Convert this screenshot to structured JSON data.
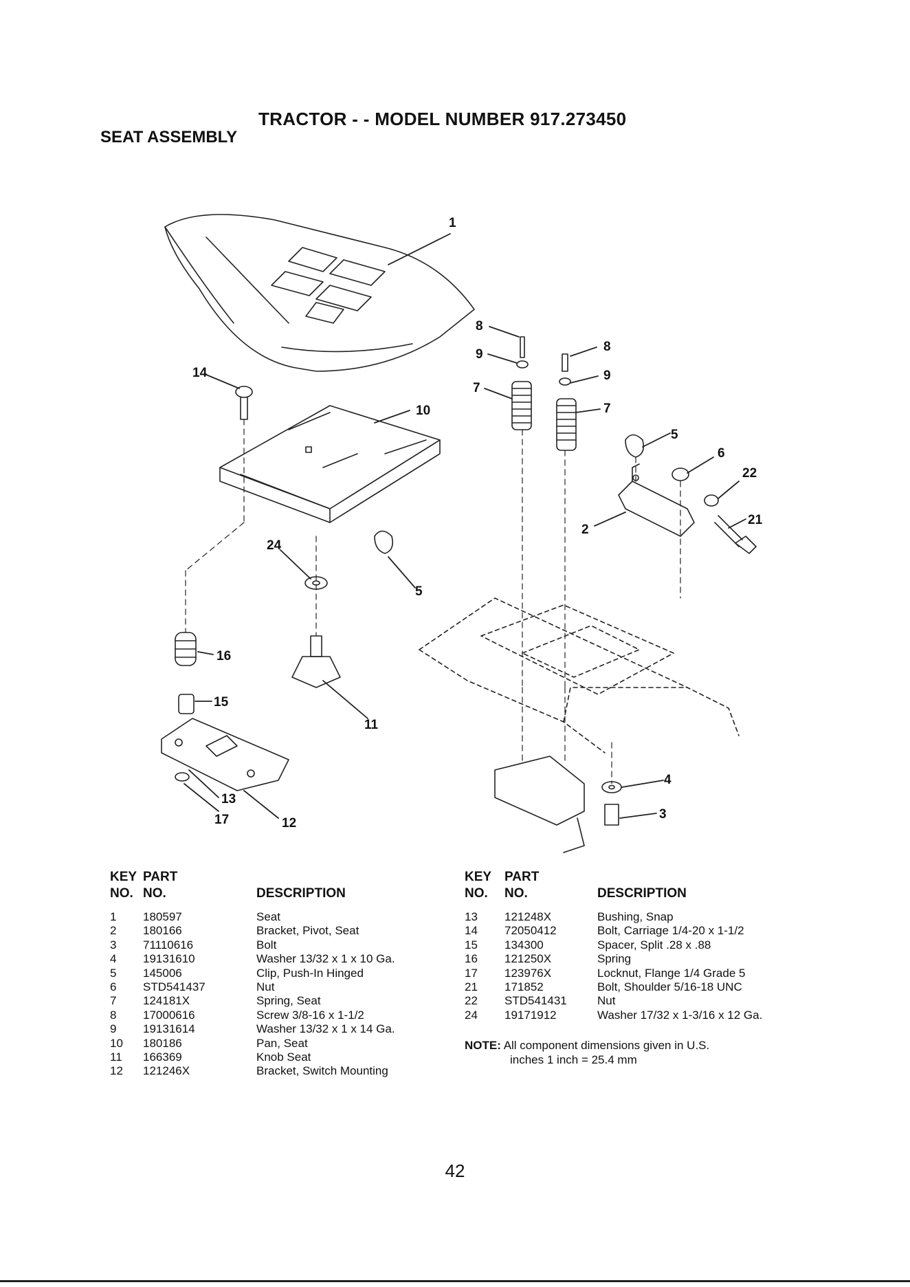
{
  "header": {
    "title": "TRACTOR - - MODEL NUMBER 917.273450",
    "subtitle": "SEAT ASSEMBLY"
  },
  "diagram": {
    "callouts": [
      "1",
      "14",
      "10",
      "8",
      "9",
      "7",
      "8",
      "9",
      "7",
      "5",
      "6",
      "22",
      "21",
      "2",
      "24",
      "5",
      "16",
      "15",
      "11",
      "13",
      "17",
      "12",
      "4",
      "3"
    ]
  },
  "parts_table_left": {
    "header": {
      "key": "KEY",
      "part": "PART",
      "no1": "NO.",
      "no2": "NO.",
      "description": "DESCRIPTION"
    },
    "rows": [
      {
        "key": "1",
        "part": "180597",
        "description": "Seat"
      },
      {
        "key": "2",
        "part": "180166",
        "description": "Bracket, Pivot, Seat"
      },
      {
        "key": "3",
        "part": "71110616",
        "description": "Bolt"
      },
      {
        "key": "4",
        "part": "19131610",
        "description": "Washer 13/32 x 1 x 10 Ga."
      },
      {
        "key": "5",
        "part": "145006",
        "description": "Clip, Push-In Hinged"
      },
      {
        "key": "6",
        "part": "STD541437",
        "description": "Nut"
      },
      {
        "key": "7",
        "part": "124181X",
        "description": "Spring, Seat"
      },
      {
        "key": "8",
        "part": "17000616",
        "description": "Screw 3/8-16 x 1-1/2"
      },
      {
        "key": "9",
        "part": "19131614",
        "description": "Washer 13/32 x 1 x 14 Ga."
      },
      {
        "key": "10",
        "part": "180186",
        "description": "Pan, Seat"
      },
      {
        "key": "11",
        "part": "166369",
        "description": "Knob Seat"
      },
      {
        "key": "12",
        "part": "121246X",
        "description": "Bracket, Switch Mounting"
      }
    ]
  },
  "parts_table_right": {
    "header": {
      "key": "KEY",
      "part": "PART",
      "no1": "NO.",
      "no2": "NO.",
      "description": "DESCRIPTION"
    },
    "rows": [
      {
        "key": "13",
        "part": "121248X",
        "description": "Bushing, Snap"
      },
      {
        "key": "14",
        "part": "72050412",
        "description": "Bolt, Carriage 1/4-20 x 1-1/2"
      },
      {
        "key": "15",
        "part": "134300",
        "description": "Spacer, Split .28 x .88"
      },
      {
        "key": "16",
        "part": "121250X",
        "description": "Spring"
      },
      {
        "key": "17",
        "part": "123976X",
        "description": "Locknut, Flange 1/4 Grade 5"
      },
      {
        "key": "21",
        "part": "171852",
        "description": "Bolt, Shoulder 5/16-18 UNC"
      },
      {
        "key": "22",
        "part": "STD541431",
        "description": "Nut"
      },
      {
        "key": "24",
        "part": "19171912",
        "description": "Washer 17/32 x 1-3/16 x 12 Ga."
      }
    ]
  },
  "note": {
    "label": "NOTE:",
    "line1": "All component dimensions given in U.S.",
    "line2": "inches 1 inch = 25.4 mm"
  },
  "page_number": "42"
}
